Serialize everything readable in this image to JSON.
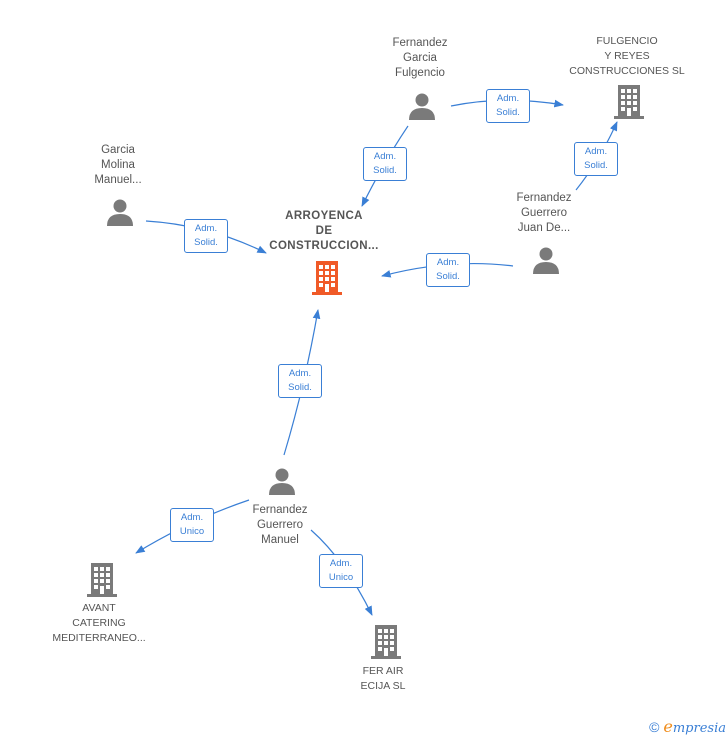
{
  "nodes": {
    "arroyenca": {
      "lines": [
        "ARROYENCA",
        "DE",
        "CONSTRUCCION..."
      ],
      "kind": "company",
      "color": "#f05a28"
    },
    "fulgencio_reyes": {
      "lines": [
        "FULGENCIO",
        "Y REYES",
        "CONSTRUCCIONES SL"
      ],
      "kind": "company",
      "color": "#7a7a7a"
    },
    "avant": {
      "lines": [
        "AVANT",
        "CATERING",
        "MEDITERRANEO..."
      ],
      "kind": "company",
      "color": "#7a7a7a"
    },
    "fer_air": {
      "lines": [
        "FER AIR",
        "ECIJA SL"
      ],
      "kind": "company",
      "color": "#7a7a7a"
    },
    "fernandez_garcia": {
      "lines": [
        "Fernandez",
        "Garcia",
        "Fulgencio"
      ],
      "kind": "person",
      "color": "#7a7a7a"
    },
    "garcia_molina": {
      "lines": [
        "Garcia",
        "Molina",
        "Manuel..."
      ],
      "kind": "person",
      "color": "#7a7a7a"
    },
    "fernandez_guerrero_juan": {
      "lines": [
        "Fernandez",
        "Guerrero",
        "Juan De..."
      ],
      "kind": "person",
      "color": "#7a7a7a"
    },
    "fernandez_guerrero_manuel": {
      "lines": [
        "Fernandez",
        "Guerrero",
        "Manuel"
      ],
      "kind": "person",
      "color": "#7a7a7a"
    }
  },
  "relations": {
    "r1": [
      "Adm.",
      "Solid."
    ],
    "r2": [
      "Adm.",
      "Solid."
    ],
    "r3": [
      "Adm.",
      "Solid."
    ],
    "r4": [
      "Adm.",
      "Solid."
    ],
    "r5": [
      "Adm.",
      "Solid."
    ],
    "r6": [
      "Adm.",
      "Solid."
    ],
    "r7": [
      "Adm.",
      "Unico"
    ],
    "r8": [
      "Adm.",
      "Unico"
    ]
  },
  "footer": {
    "copyright": "©",
    "brand_initial": "e",
    "brand_rest": "mpresia"
  },
  "colors": {
    "edge": "#3a7fd5",
    "highlight": "#f05a28",
    "neutral": "#7a7a7a"
  }
}
